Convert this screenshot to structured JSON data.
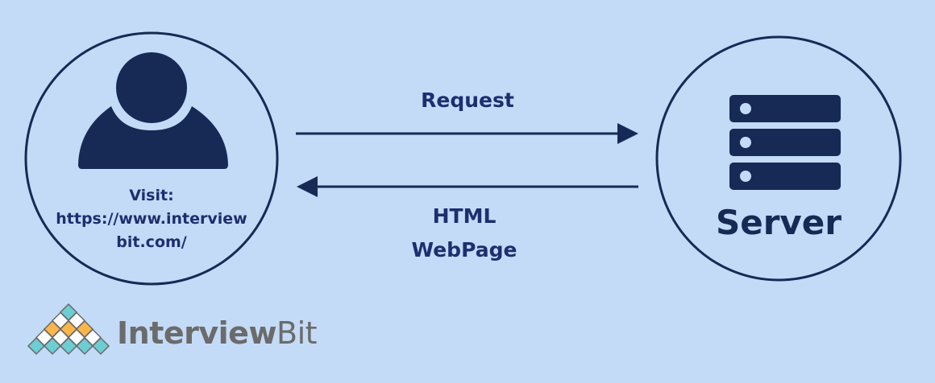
{
  "client": {
    "visit_label": "Visit:",
    "url_line1": "https://www.interview",
    "url_line2": "bit.com/"
  },
  "arrows": {
    "request_label": "Request",
    "response_line1": "HTML",
    "response_line2": "WebPage"
  },
  "server": {
    "label": "Server"
  },
  "logo": {
    "text_bold": "Interview",
    "text_light": "Bit"
  },
  "colors": {
    "background": "#c3dbf7",
    "navy": "#172a55",
    "text": "#1f2e6e",
    "teal": "#6ccdd3",
    "orange": "#fbb649",
    "logo_gray": "#6b6b6b"
  }
}
